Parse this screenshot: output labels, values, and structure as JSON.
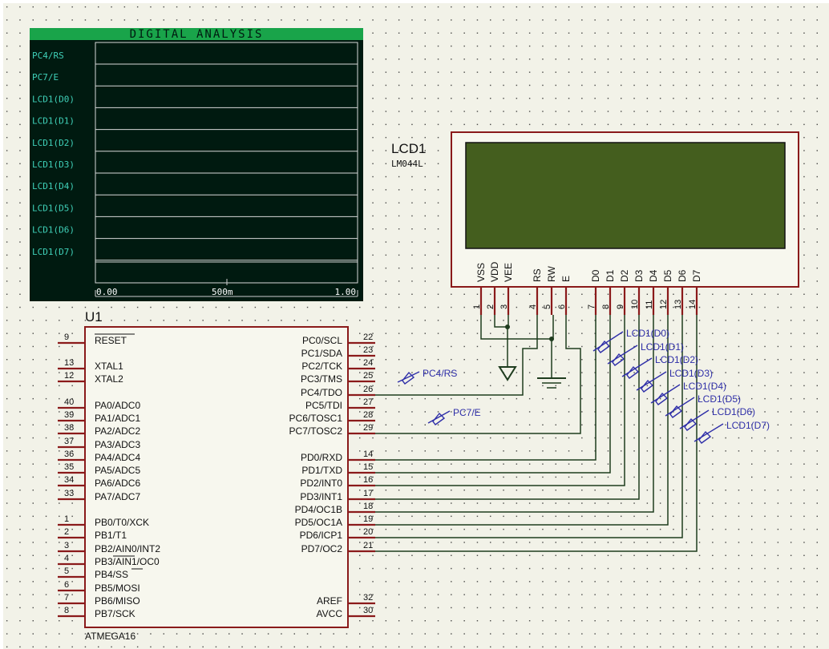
{
  "analyzer": {
    "title": "DIGITAL ANALYSIS",
    "channels": [
      "PC4/RS",
      "PC7/E",
      "LCD1(D0)",
      "LCD1(D1)",
      "LCD1(D2)",
      "LCD1(D3)",
      "LCD1(D4)",
      "LCD1(D5)",
      "LCD1(D6)",
      "LCD1(D7)"
    ],
    "time_ticks": [
      "0.00",
      "500m",
      "1.00"
    ]
  },
  "lcd": {
    "ref": "LCD1",
    "model": "LM044L",
    "pins": [
      {
        "name": "VSS",
        "num": "1"
      },
      {
        "name": "VDD",
        "num": "2"
      },
      {
        "name": "VEE",
        "num": "3"
      },
      {
        "name": "RS",
        "num": "4"
      },
      {
        "name": "RW",
        "num": "5"
      },
      {
        "name": "E",
        "num": "6"
      },
      {
        "name": "D0",
        "num": "7"
      },
      {
        "name": "D1",
        "num": "8"
      },
      {
        "name": "D2",
        "num": "9"
      },
      {
        "name": "D3",
        "num": "10"
      },
      {
        "name": "D4",
        "num": "11"
      },
      {
        "name": "D5",
        "num": "12"
      },
      {
        "name": "D6",
        "num": "13"
      },
      {
        "name": "D7",
        "num": "14"
      }
    ]
  },
  "mcu": {
    "ref": "U1",
    "part": "ATMEGA16",
    "left_pins": [
      {
        "name": "RESET",
        "num": "9"
      },
      {
        "name": "XTAL1",
        "num": "13"
      },
      {
        "name": "XTAL2",
        "num": "12"
      },
      {
        "name": "PA0/ADC0",
        "num": "40"
      },
      {
        "name": "PA1/ADC1",
        "num": "39"
      },
      {
        "name": "PA2/ADC2",
        "num": "38"
      },
      {
        "name": "PA3/ADC3",
        "num": "37"
      },
      {
        "name": "PA4/ADC4",
        "num": "36"
      },
      {
        "name": "PA5/ADC5",
        "num": "35"
      },
      {
        "name": "PA6/ADC6",
        "num": "34"
      },
      {
        "name": "PA7/ADC7",
        "num": "33"
      },
      {
        "name": "PB0/T0/XCK",
        "num": "1"
      },
      {
        "name": "PB1/T1",
        "num": "2"
      },
      {
        "name": "PB2/AIN0/INT2",
        "num": "3"
      },
      {
        "name": "PB3/AIN1/OC0",
        "num": "4"
      },
      {
        "name": "PB4/SS",
        "num": "5"
      },
      {
        "name": "PB5/MOSI",
        "num": "6"
      },
      {
        "name": "PB6/MISO",
        "num": "7"
      },
      {
        "name": "PB7/SCK",
        "num": "8"
      }
    ],
    "right_pins": [
      {
        "name": "PC0/SCL",
        "num": "22"
      },
      {
        "name": "PC1/SDA",
        "num": "23"
      },
      {
        "name": "PC2/TCK",
        "num": "24"
      },
      {
        "name": "PC3/TMS",
        "num": "25"
      },
      {
        "name": "PC4/TDO",
        "num": "26"
      },
      {
        "name": "PC5/TDI",
        "num": "27"
      },
      {
        "name": "PC6/TOSC1",
        "num": "28"
      },
      {
        "name": "PC7/TOSC2",
        "num": "29"
      },
      {
        "name": "PD0/RXD",
        "num": "14"
      },
      {
        "name": "PD1/TXD",
        "num": "15"
      },
      {
        "name": "PD2/INT0",
        "num": "16"
      },
      {
        "name": "PD3/INT1",
        "num": "17"
      },
      {
        "name": "PD4/OC1B",
        "num": "18"
      },
      {
        "name": "PD5/OC1A",
        "num": "19"
      },
      {
        "name": "PD6/ICP1",
        "num": "20"
      },
      {
        "name": "PD7/OC2",
        "num": "21"
      },
      {
        "name": "AREF",
        "num": "32"
      },
      {
        "name": "AVCC",
        "num": "30"
      }
    ]
  },
  "probes": [
    "PC4/RS",
    "PC7/E",
    "LCD1(D0)",
    "LCD1(D1)",
    "LCD1(D2)",
    "LCD1(D3)",
    "LCD1(D4)",
    "LCD1(D5)",
    "LCD1(D6)",
    "LCD1(D7)"
  ]
}
